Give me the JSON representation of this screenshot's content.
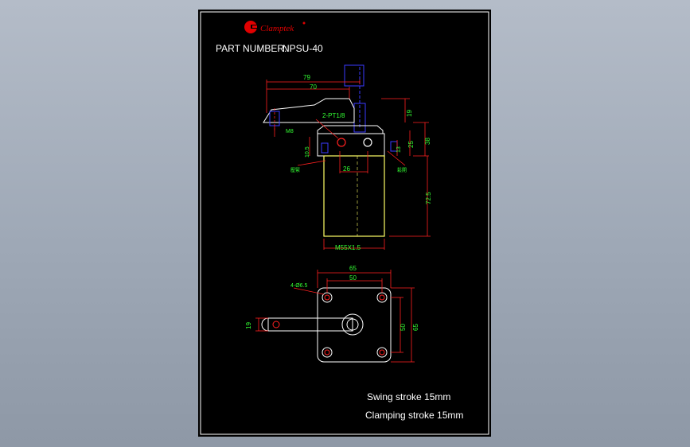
{
  "title_block": {
    "brand": "Clamptek",
    "part_number_label": "PART NUMBER:",
    "part_number": "NPSU-40"
  },
  "side_view": {
    "dim_overall": "79",
    "dim_arm": "70",
    "dim_19": "19",
    "dim_38": "38",
    "dim_25": "25",
    "dim_13": "13",
    "dim_10_5": "10.5",
    "dim_26": "26",
    "dim_72_5": "72.5",
    "port": "2-PT1/8",
    "screw": "M8",
    "thread": "M55X1.5",
    "label_left": "壓緊",
    "label_right": "鬆開"
  },
  "plan_view": {
    "dim_65_top": "65",
    "dim_50_top": "50",
    "holes": "4-Ø6.5",
    "dim_19": "19",
    "dim_50_side": "50",
    "dim_65_side": "65"
  },
  "notes": {
    "swing": "Swing stroke 15mm",
    "clamping": "Clamping stroke 15mm"
  },
  "colors": {
    "background": "#000000",
    "border": "#ffffff",
    "outline": "#ffffff",
    "dimension": "#ff2020",
    "text_dim": "#33ff33",
    "body": "#ffff66",
    "hidden": "#3a3aff",
    "brand_red": "#e00000"
  }
}
